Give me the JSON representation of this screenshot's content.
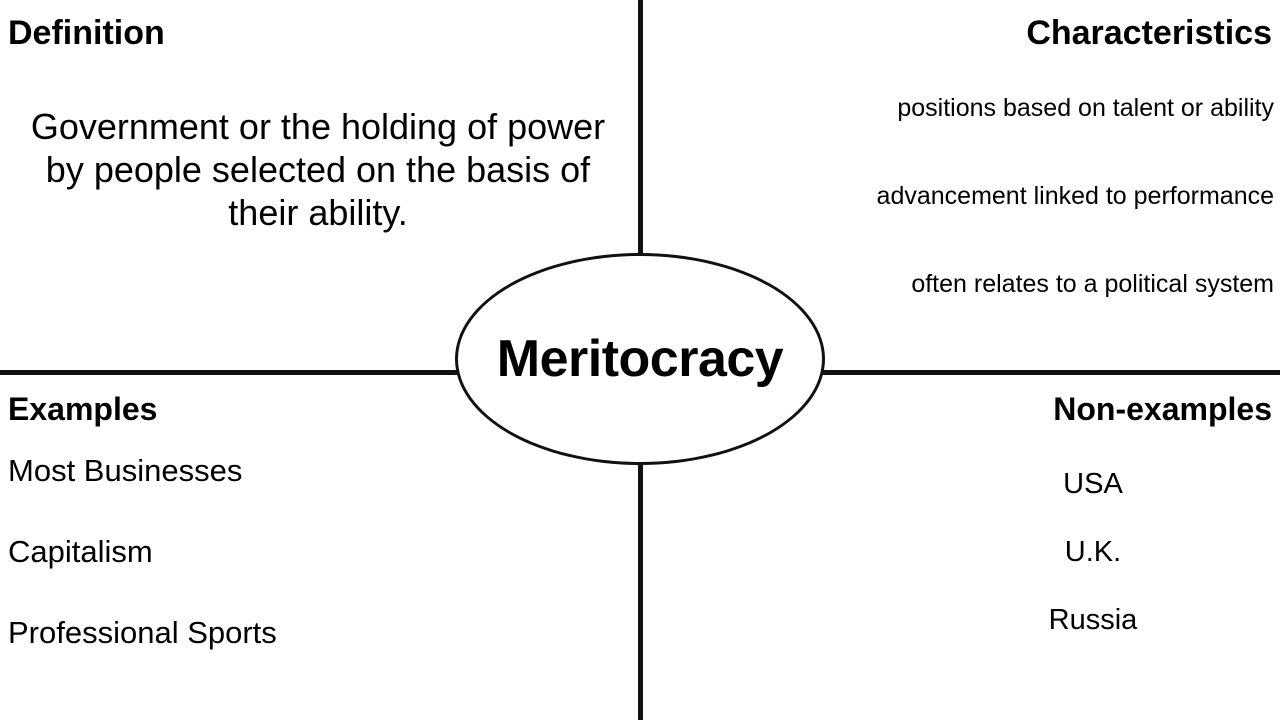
{
  "diagram": {
    "type": "frayer-model",
    "center_term": "Meritocracy",
    "quadrants": {
      "top_left": {
        "heading": "Definition",
        "body": "Government or the holding of power by people selected on the basis of their ability."
      },
      "top_right": {
        "heading": "Characteristics",
        "items": [
          "positions based on talent or ability",
          "advancement linked to performance",
          "often relates to a political system"
        ]
      },
      "bottom_left": {
        "heading": "Examples",
        "items": [
          "Most Businesses",
          "Capitalism",
          "Professional Sports"
        ]
      },
      "bottom_right": {
        "heading": "Non-examples",
        "items": [
          "USA",
          "U.K.",
          "Russia"
        ]
      }
    },
    "colors": {
      "background": "#ffffff",
      "text": "#000000",
      "line": "#111111"
    }
  }
}
